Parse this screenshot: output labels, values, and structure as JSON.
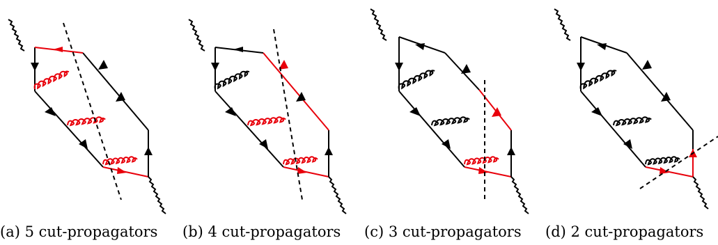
{
  "panels": [
    {
      "id": "a",
      "caption": "(a) 5 cut-propagators"
    },
    {
      "id": "b",
      "caption": "(b) 4 cut-propagators"
    },
    {
      "id": "c",
      "caption": "(c) 3 cut-propagators"
    },
    {
      "id": "d",
      "caption": "(d) 2 cut-propagators"
    }
  ],
  "colors": {
    "line": "#000000",
    "cut_highlight": "#e8000b"
  }
}
